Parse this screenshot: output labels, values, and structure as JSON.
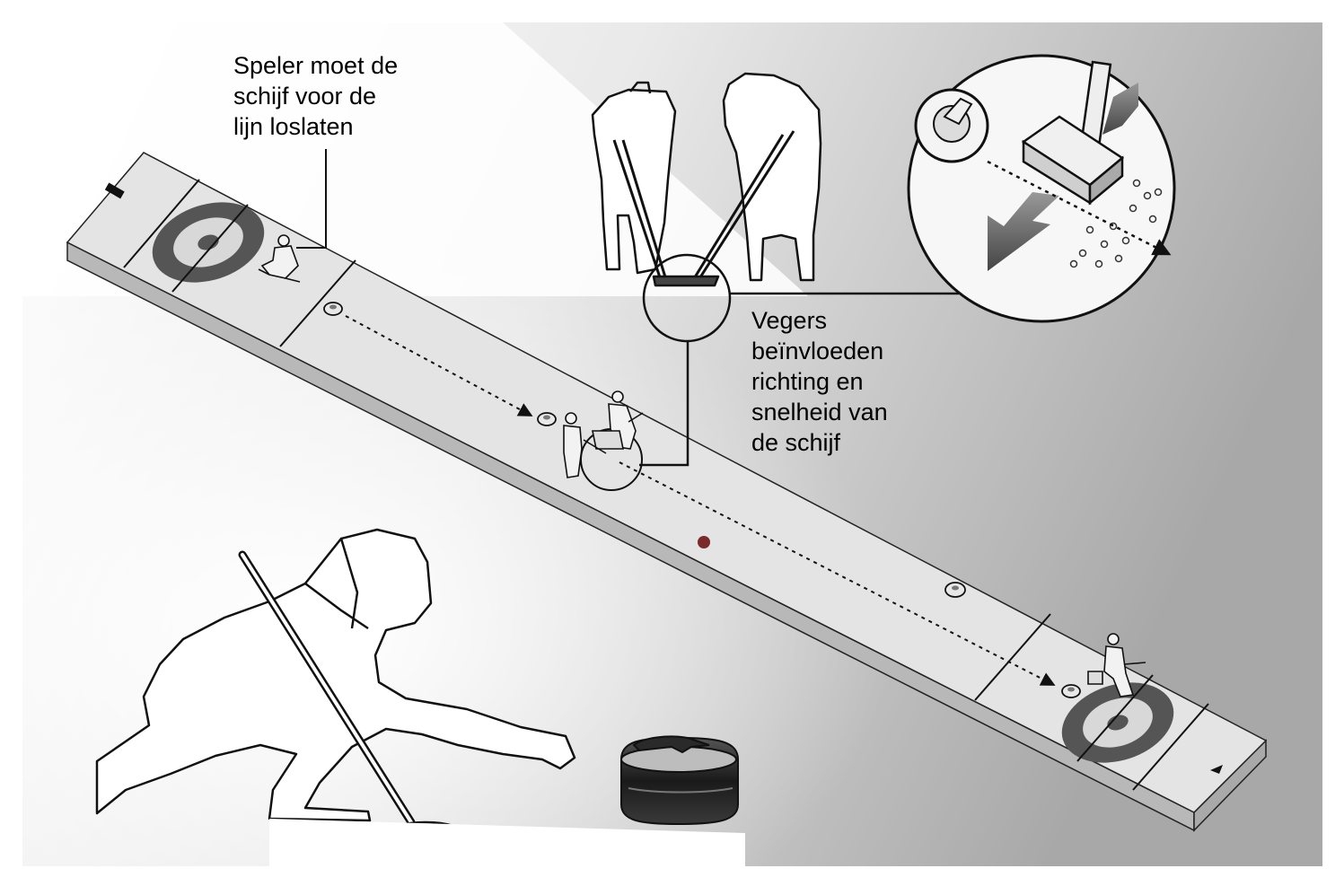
{
  "labels": {
    "release_note": [
      "Speler moet de",
      "schijf voor de",
      "lijn loslaten"
    ],
    "sweepers_note": [
      "Vegers",
      "beïnvloeden",
      "richting en",
      "snelheid van",
      "de schijf"
    ]
  },
  "colors": {
    "background_light": "#f3f3f3",
    "background_dark": "#9a9a9a",
    "sheet_top": "#e6e6e6",
    "sheet_side": "#bdbdbd",
    "house_ring": "#555555",
    "house_inner": "#cfcfcf",
    "stone_dark": "#2b2b2b",
    "marker_red": "#7a2a2a",
    "line": "#111111"
  }
}
